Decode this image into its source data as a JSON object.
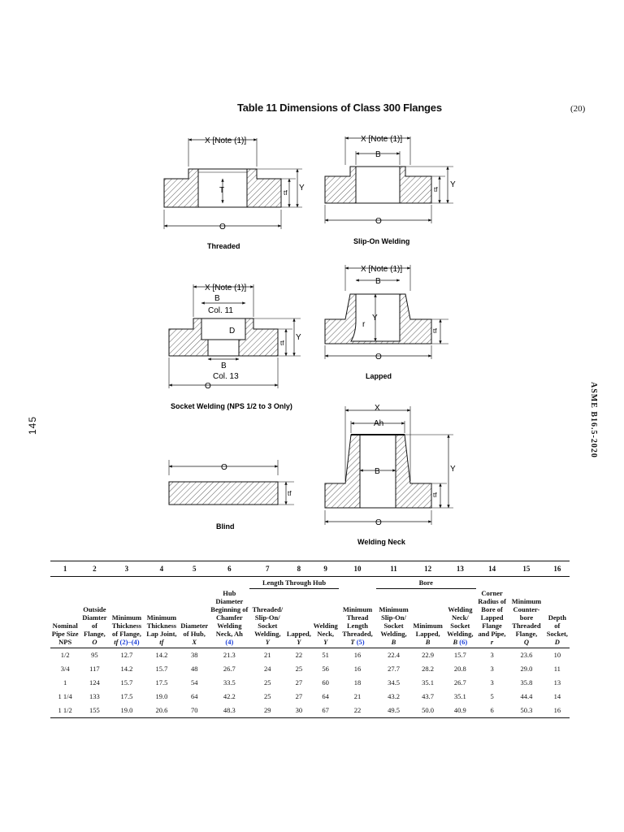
{
  "page": {
    "title": "Table 11 Dimensions of Class 300 Flanges",
    "edition_mark": "(20)",
    "side_standard": "ASME B16.5-2020",
    "page_number": "145"
  },
  "figures": {
    "threaded": {
      "caption": "Threaded",
      "x_note": "X [Note (1)]",
      "t_label": "T",
      "tf": "tf",
      "y": "Y",
      "o": "O"
    },
    "slip_on": {
      "caption": "Slip-On Welding",
      "x_note": "X [Note (1)]",
      "b": "B",
      "tf": "tf",
      "y": "Y",
      "o": "O"
    },
    "socket": {
      "caption": "Socket Welding (NPS 1/2 to 3 Only)",
      "x_note": "X [Note (1)]",
      "b_top": "B",
      "col11": "Col. 11",
      "d": "D",
      "b_bot": "B",
      "col13": "Col. 13",
      "tf": "tf",
      "y": "Y",
      "o": "O"
    },
    "lapped": {
      "caption": "Lapped",
      "x_note": "X [Note (1)]",
      "b": "B",
      "r": "r",
      "y": "Y",
      "tf": "tf",
      "o": "O"
    },
    "blind": {
      "caption": "Blind",
      "o": "O",
      "tf": "tf"
    },
    "welding_neck": {
      "caption": "Welding Neck",
      "x": "X",
      "ah": "Ah",
      "b": "B",
      "y": "Y",
      "tf": "tf",
      "o": "O"
    }
  },
  "table": {
    "col_numbers": [
      "1",
      "2",
      "3",
      "4",
      "5",
      "6",
      "7",
      "8",
      "9",
      "10",
      "11",
      "12",
      "13",
      "14",
      "15",
      "16"
    ],
    "groups": {
      "length_through_hub": "Length Through Hub",
      "bore": "Bore"
    },
    "headers": [
      {
        "text": "Nominal Pipe Size NPS",
        "sym": "",
        "ref": ""
      },
      {
        "text": "Outside Diamter of Flange,",
        "sym": "O",
        "ref": ""
      },
      {
        "text": "Minimum Thickness of Flange,",
        "sym": "tf",
        "ref": "(2)–(4)"
      },
      {
        "text": "Minimum Thickness Lap Joint,",
        "sym": "tf",
        "ref": ""
      },
      {
        "text": "Diameter of Hub,",
        "sym": "X",
        "ref": ""
      },
      {
        "text": "Hub Diameter Beginning of Chamfer Welding Neck, Ah",
        "sym": "",
        "ref": "(4)"
      },
      {
        "text": "Threaded/ Slip-On/ Socket Welding,",
        "sym": "Y",
        "ref": ""
      },
      {
        "text": "Lapped,",
        "sym": "Y",
        "ref": ""
      },
      {
        "text": "Welding Neck,",
        "sym": "Y",
        "ref": ""
      },
      {
        "text": "Minimum Thread Length Threaded,",
        "sym": "T",
        "ref": "(5)"
      },
      {
        "text": "Minimum Slip-On/ Socket Welding,",
        "sym": "B",
        "ref": ""
      },
      {
        "text": "Minimum Lapped,",
        "sym": "B",
        "ref": ""
      },
      {
        "text": "Welding Neck/ Socket Welding,",
        "sym": "B",
        "ref": "(6)"
      },
      {
        "text": "Corner Radius of Bore of Lapped Flange and Pipe,",
        "sym": "r",
        "ref": ""
      },
      {
        "text": "Minimum Counter- bore Threaded Flange,",
        "sym": "Q",
        "ref": ""
      },
      {
        "text": "Depth of Socket,",
        "sym": "D",
        "ref": ""
      }
    ],
    "rows": [
      [
        "1/2",
        "95",
        "12.7",
        "14.2",
        "38",
        "21.3",
        "21",
        "22",
        "51",
        "16",
        "22.4",
        "22.9",
        "15.7",
        "3",
        "23.6",
        "10"
      ],
      [
        "3/4",
        "117",
        "14.2",
        "15.7",
        "48",
        "26.7",
        "24",
        "25",
        "56",
        "16",
        "27.7",
        "28.2",
        "20.8",
        "3",
        "29.0",
        "11"
      ],
      [
        "1",
        "124",
        "15.7",
        "17.5",
        "54",
        "33.5",
        "25",
        "27",
        "60",
        "18",
        "34.5",
        "35.1",
        "26.7",
        "3",
        "35.8",
        "13"
      ],
      [
        "1 1/4",
        "133",
        "17.5",
        "19.0",
        "64",
        "42.2",
        "25",
        "27",
        "64",
        "21",
        "43.2",
        "43.7",
        "35.1",
        "5",
        "44.4",
        "14"
      ],
      [
        "1 1/2",
        "155",
        "19.0",
        "20.6",
        "70",
        "48.3",
        "29",
        "30",
        "67",
        "22",
        "49.5",
        "50.0",
        "40.9",
        "6",
        "50.3",
        "16"
      ]
    ]
  }
}
